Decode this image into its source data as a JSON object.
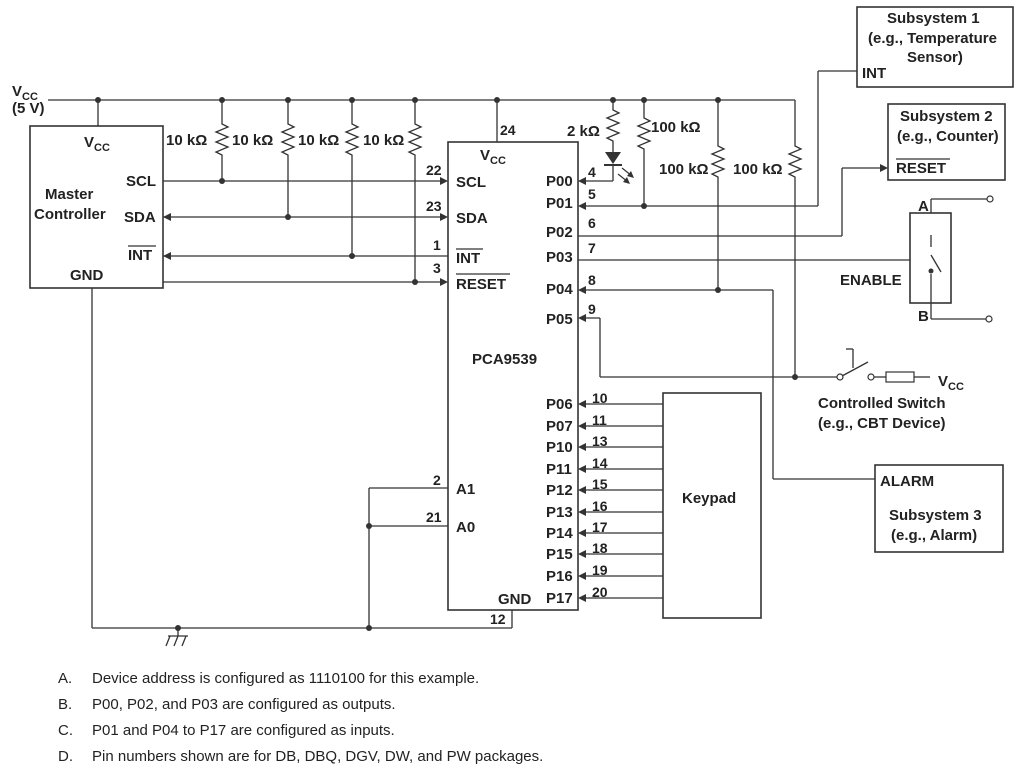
{
  "supply": {
    "label": "VCC",
    "value": "(5 V)"
  },
  "master": {
    "vcc": "VCC",
    "title_line1": "Master",
    "title_line2": "Controller",
    "scl": "SCL",
    "sda": "SDA",
    "int": "INT",
    "gnd": "GND"
  },
  "pullups": {
    "r1": "10 kΩ",
    "r2": "10 kΩ",
    "r3": "10 kΩ",
    "r4": "10 kΩ",
    "led_res": "2 kΩ",
    "p01_res": "100 kΩ",
    "p04_res": "100 kΩ",
    "p05_res": "100 kΩ"
  },
  "chip": {
    "name": "PCA9539",
    "vcc": "VCC",
    "vcc_pin": "24",
    "gnd": "GND",
    "gnd_pin": "12",
    "left_pins": [
      {
        "num": "22",
        "name": "SCL"
      },
      {
        "num": "23",
        "name": "SDA"
      },
      {
        "num": "1",
        "name": "INT"
      },
      {
        "num": "3",
        "name": "RESET"
      },
      {
        "num": "2",
        "name": "A1"
      },
      {
        "num": "21",
        "name": "A0"
      }
    ],
    "right_pins": [
      {
        "num": "4",
        "name": "P00"
      },
      {
        "num": "5",
        "name": "P01"
      },
      {
        "num": "6",
        "name": "P02"
      },
      {
        "num": "7",
        "name": "P03"
      },
      {
        "num": "8",
        "name": "P04"
      },
      {
        "num": "9",
        "name": "P05"
      },
      {
        "num": "10",
        "name": "P06"
      },
      {
        "num": "11",
        "name": "P07"
      },
      {
        "num": "13",
        "name": "P10"
      },
      {
        "num": "14",
        "name": "P11"
      },
      {
        "num": "15",
        "name": "P12"
      },
      {
        "num": "16",
        "name": "P13"
      },
      {
        "num": "17",
        "name": "P14"
      },
      {
        "num": "18",
        "name": "P15"
      },
      {
        "num": "19",
        "name": "P16"
      },
      {
        "num": "20",
        "name": "P17"
      }
    ]
  },
  "subsystem1": {
    "line1": "Subsystem 1",
    "line2": "(e.g., Temperature",
    "line3": "Sensor)",
    "pin": "INT"
  },
  "subsystem2": {
    "line1": "Subsystem 2",
    "line2": "(e.g., Counter)",
    "pin": "RESET"
  },
  "switch": {
    "a": "A",
    "b": "B",
    "enable": "ENABLE"
  },
  "controlled_switch": {
    "line1": "Controlled Switch",
    "line2": "(e.g., CBT Device)",
    "vcc": "VCC"
  },
  "keypad": {
    "label": "Keypad"
  },
  "subsystem3": {
    "pin": "ALARM",
    "line1": "Subsystem 3",
    "line2": "(e.g., Alarm)"
  },
  "notes": [
    {
      "letter": "A.",
      "text": "Device address is configured as 1110100 for this example."
    },
    {
      "letter": "B.",
      "text": "P00, P02, and P03 are configured as outputs."
    },
    {
      "letter": "C.",
      "text": "P01 and P04 to P17 are configured as inputs."
    },
    {
      "letter": "D.",
      "text": "Pin numbers shown are for DB, DBQ, DGV, DW, and PW packages."
    }
  ]
}
